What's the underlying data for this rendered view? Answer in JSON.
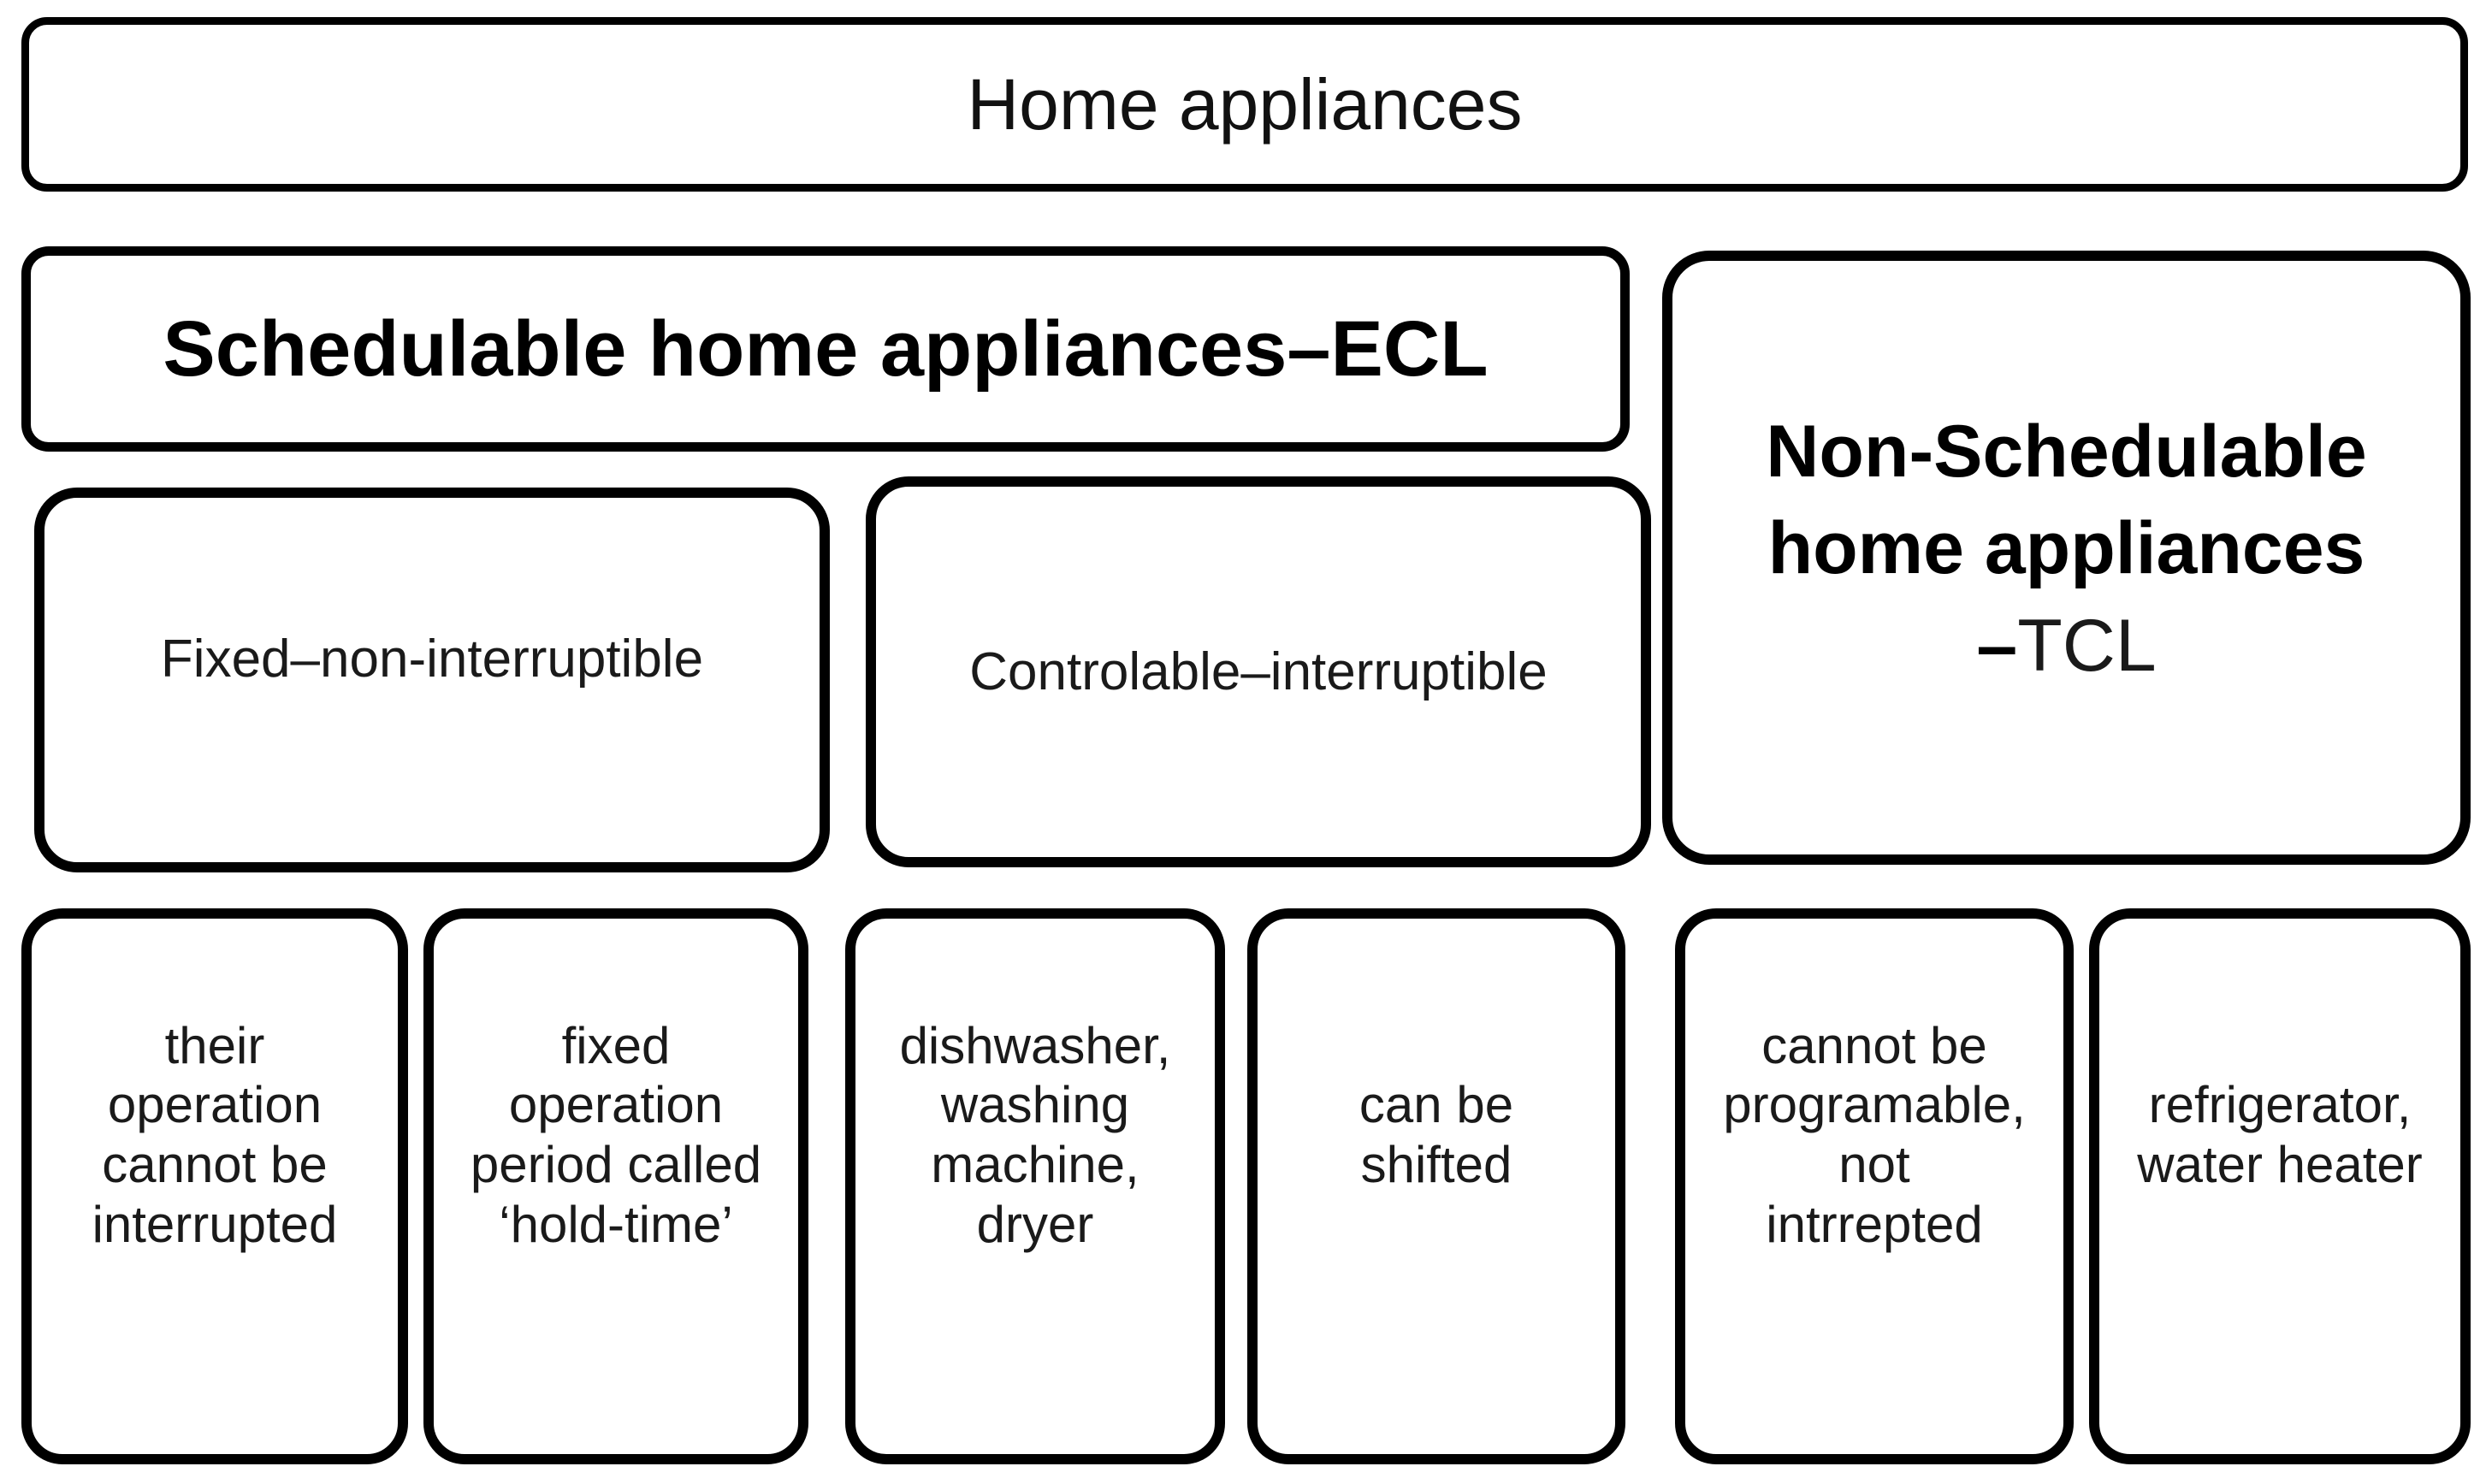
{
  "diagram": {
    "title": "Home appliances",
    "schedulable": {
      "title": "Schedulable home appliances–ECL"
    },
    "non_schedulable": {
      "title_line1": "Non-Schedulable",
      "title_line2": "home appliances",
      "dash": "–",
      "acronym": "TCL"
    },
    "fixed": {
      "label": "Fixed–non-interruptible"
    },
    "controlable": {
      "label": "Controlable–interruptible"
    },
    "details": [
      "their\noperation\ncannot be\ninterrupted",
      "fixed\noperation\nperiod called\n‘hold-time’",
      "dishwasher,\nwashing\nmachine,\ndryer",
      "can be\nshifted",
      "cannot be\nprogramable,\nnot\nintrrepted",
      "refrigerator,\nwater heater"
    ]
  },
  "colors": {
    "background": "#ffffff",
    "border": "#000000",
    "text": "#1a1a1a",
    "bold_text": "#000000"
  }
}
